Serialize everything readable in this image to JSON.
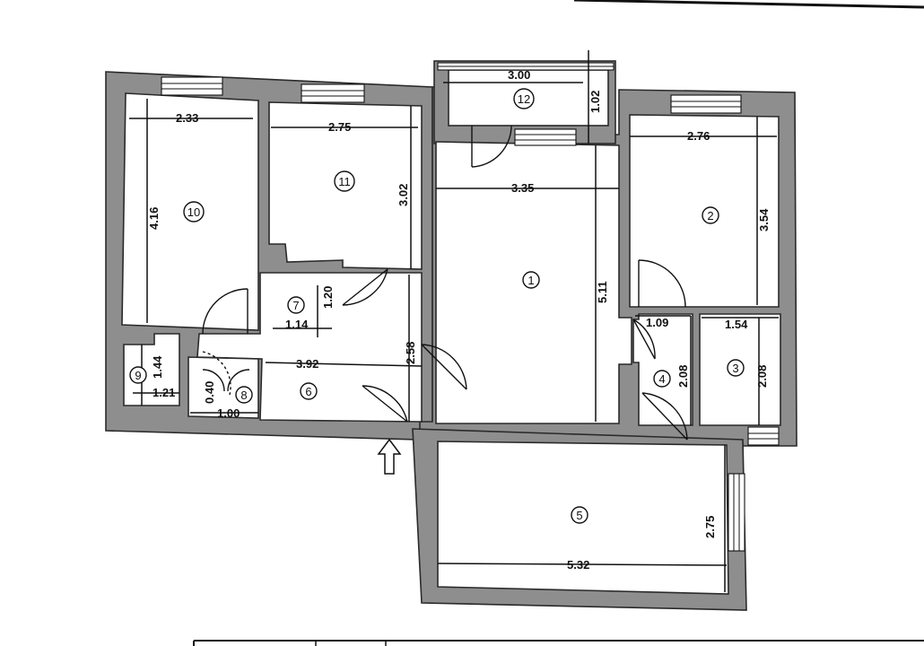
{
  "rooms": [
    {
      "id": "room-1",
      "number": "1"
    },
    {
      "id": "room-2",
      "number": "2"
    },
    {
      "id": "room-3",
      "number": "3"
    },
    {
      "id": "room-4",
      "number": "4"
    },
    {
      "id": "room-5",
      "number": "5"
    },
    {
      "id": "room-6",
      "number": "6"
    },
    {
      "id": "room-7",
      "number": "7"
    },
    {
      "id": "room-8",
      "number": "8"
    },
    {
      "id": "room-9",
      "number": "9"
    },
    {
      "id": "room-10",
      "number": "10"
    },
    {
      "id": "room-11",
      "number": "11"
    },
    {
      "id": "room-12",
      "number": "12"
    }
  ],
  "dimensions": {
    "r10_width": "2.33",
    "r10_height": "4.16",
    "r11_width": "2.75",
    "r11_height": "3.02",
    "r12_width": "3.00",
    "r12_height": "1.02",
    "r1_width": "3.35",
    "r1_height": "5.11",
    "r2_width": "2.76",
    "r2_height": "3.54",
    "r7_height": "1.20",
    "r7_width": "1.14",
    "r6_width": "3.92",
    "r6_height": "2.58",
    "r9_height": "1.44",
    "r9_width": "1.21",
    "r8_small": "0.40",
    "r8_width": "1.00",
    "r4_width": "1.09",
    "r4_height": "2.08",
    "r3_width": "1.54",
    "r3_height": "2.08",
    "r5_width": "5.32",
    "r5_height": "2.75"
  }
}
